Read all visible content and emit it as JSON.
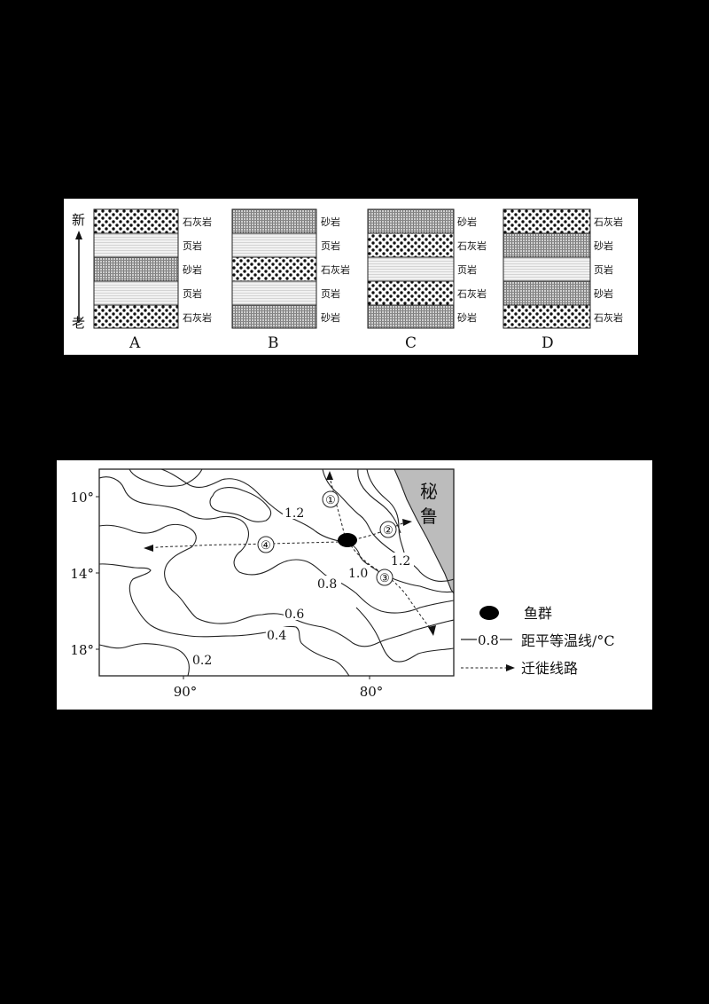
{
  "figure1": {
    "axis": {
      "top_label": "新",
      "bottom_label": "老"
    },
    "columns": [
      {
        "label": "A",
        "layers": [
          {
            "rock": "石灰岩",
            "pattern": "limestone"
          },
          {
            "rock": "页岩",
            "pattern": "shale"
          },
          {
            "rock": "砂岩",
            "pattern": "sandstone"
          },
          {
            "rock": "页岩",
            "pattern": "shale"
          },
          {
            "rock": "石灰岩",
            "pattern": "limestone"
          }
        ]
      },
      {
        "label": "B",
        "layers": [
          {
            "rock": "砂岩",
            "pattern": "sandstone"
          },
          {
            "rock": "页岩",
            "pattern": "shale"
          },
          {
            "rock": "石灰岩",
            "pattern": "limestone"
          },
          {
            "rock": "页岩",
            "pattern": "shale"
          },
          {
            "rock": "砂岩",
            "pattern": "sandstone"
          }
        ]
      },
      {
        "label": "C",
        "layers": [
          {
            "rock": "砂岩",
            "pattern": "sandstone"
          },
          {
            "rock": "石灰岩",
            "pattern": "limestone"
          },
          {
            "rock": "页岩",
            "pattern": "shale"
          },
          {
            "rock": "石灰岩",
            "pattern": "limestone"
          },
          {
            "rock": "砂岩",
            "pattern": "sandstone"
          }
        ]
      },
      {
        "label": "D",
        "layers": [
          {
            "rock": "石灰岩",
            "pattern": "limestone"
          },
          {
            "rock": "砂岩",
            "pattern": "sandstone"
          },
          {
            "rock": "页岩",
            "pattern": "shale"
          },
          {
            "rock": "砂岩",
            "pattern": "sandstone"
          },
          {
            "rock": "石灰岩",
            "pattern": "limestone"
          }
        ]
      }
    ]
  },
  "figure2": {
    "country_label": [
      "秘",
      "鲁"
    ],
    "lat_ticks": [
      "10°",
      "14°",
      "18°"
    ],
    "lon_ticks": [
      "90°",
      "80°"
    ],
    "isotherm_labels": [
      "1.2",
      "1.2",
      "1.0",
      "0.8",
      "0.6",
      "0.4",
      "0.2"
    ],
    "route_labels": [
      "①",
      "②",
      "③",
      "④"
    ],
    "legend": {
      "fish": "鱼群",
      "isotherm_sample": "0.8",
      "isotherm": "距平等温线/°C",
      "route": "迁徙线路"
    }
  }
}
